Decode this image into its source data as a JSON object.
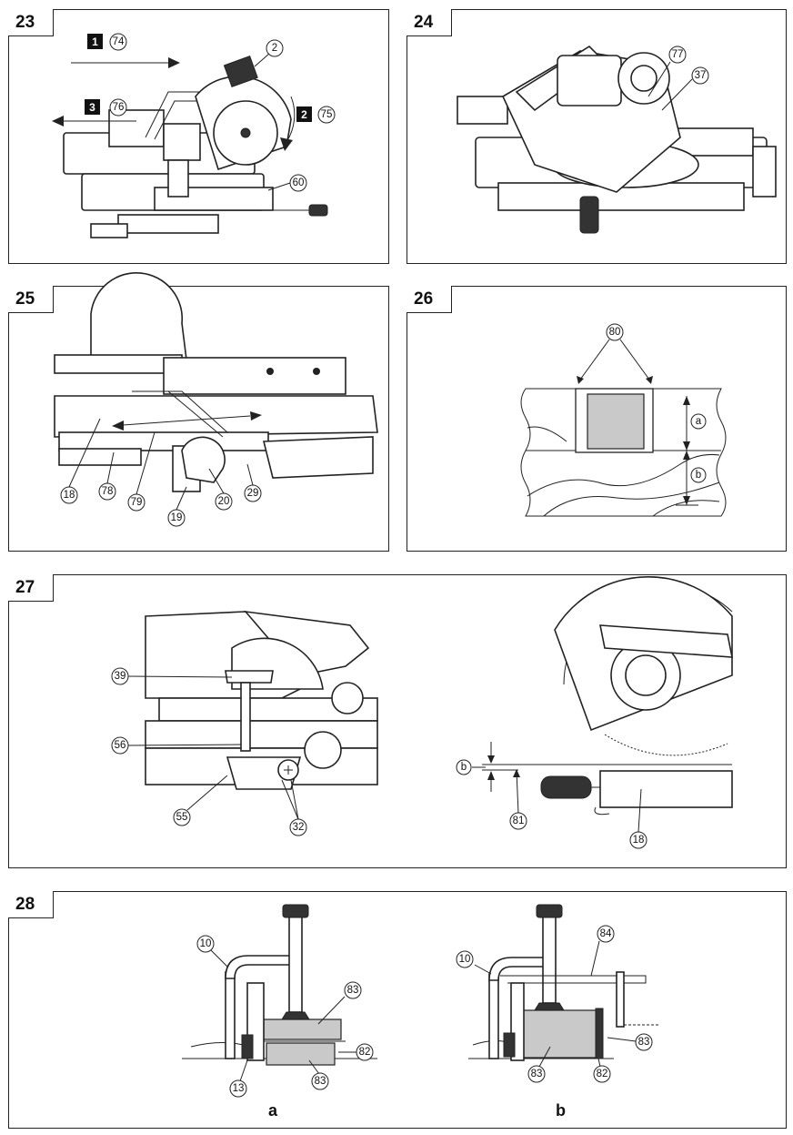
{
  "figures": {
    "f23": {
      "number": "23",
      "steps": [
        {
          "num": "1",
          "label": "74"
        },
        {
          "num": "2",
          "label": "75"
        },
        {
          "num": "3",
          "label": "76"
        }
      ],
      "callouts": {
        "c2": "2",
        "c60": "60"
      }
    },
    "f24": {
      "number": "24",
      "callouts": {
        "c77": "77",
        "c37": "37"
      }
    },
    "f25": {
      "number": "25",
      "callouts": {
        "c18": "18",
        "c78": "78",
        "c79": "79",
        "c19": "19",
        "c20": "20",
        "c29": "29"
      }
    },
    "f26": {
      "number": "26",
      "callouts": {
        "c80": "80",
        "ca": "a",
        "cb": "b"
      }
    },
    "f27": {
      "number": "27",
      "callouts": {
        "c39": "39",
        "c56": "56",
        "c55": "55",
        "c32": "32",
        "cb": "b",
        "c81": "81",
        "c18": "18"
      }
    },
    "f28": {
      "number": "28",
      "sub_a": "a",
      "sub_b": "b",
      "callouts": {
        "a10": "10",
        "a83top": "83",
        "a82": "82",
        "a13": "13",
        "a83bot": "83",
        "b10": "10",
        "b84": "84",
        "b83right": "83",
        "b83bot": "83",
        "b82": "82"
      }
    }
  }
}
